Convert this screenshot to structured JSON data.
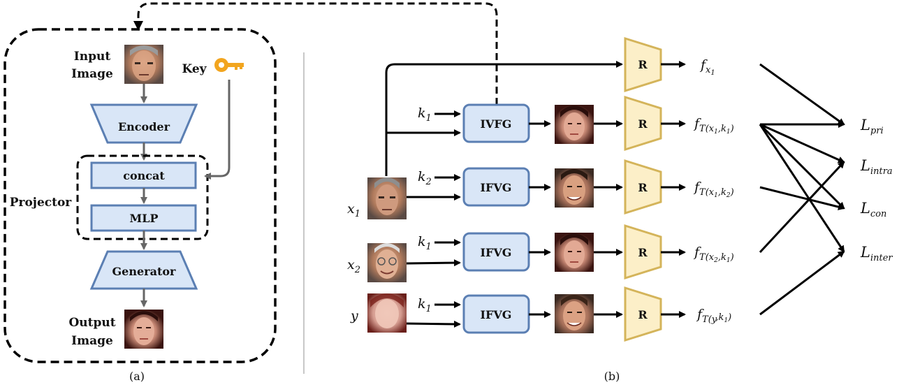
{
  "panel_a": {
    "input_image_line1": "Input",
    "input_image_line2": "Image",
    "key_label": "Key",
    "encoder_label": "Encoder",
    "concat_label": "concat",
    "mlp_label": "MLP",
    "projector_label": "Projector",
    "generator_label": "Generator",
    "output_image_line1": "Output",
    "output_image_line2": "Image",
    "caption": "(a)"
  },
  "panel_b": {
    "top_row": {
      "recognizer": "R",
      "feature_base": "f",
      "feature_sub": "x",
      "feature_subsub": "1"
    },
    "rows": [
      {
        "key_base": "k",
        "key_sub": "1",
        "generator": "IVFG",
        "recognizer": "R",
        "feature_base": "f",
        "feature_sub": "T(x",
        "feature_subsub": "1",
        "feature_sub_tail": ",k",
        "feature_subsub2": "1",
        "feature_close": ")"
      },
      {
        "key_base": "k",
        "key_sub": "2",
        "generator": "IFVG",
        "recognizer": "R",
        "feature_base": "f",
        "feature_sub": "T(x",
        "feature_subsub": "1",
        "feature_sub_tail": ",k",
        "feature_subsub2": "2",
        "feature_close": ")"
      },
      {
        "key_base": "k",
        "key_sub": "1",
        "generator": "IFVG",
        "recognizer": "R",
        "feature_base": "f",
        "feature_sub": "T(x",
        "feature_subsub": "2",
        "feature_sub_tail": ",k",
        "feature_subsub2": "1",
        "feature_close": ")"
      },
      {
        "key_base": "k",
        "key_sub": "1",
        "generator": "IFVG",
        "recognizer": "R",
        "feature_base": "f",
        "feature_sub": "T(y",
        "feature_subsub": "",
        "feature_sub_tail": ",k",
        "feature_subsub2": "1",
        "feature_close": ")"
      }
    ],
    "inputs": [
      {
        "base": "x",
        "sub": "1"
      },
      {
        "base": "x",
        "sub": "2"
      },
      {
        "base": "y",
        "sub": ""
      }
    ],
    "losses": [
      {
        "base": "L",
        "sub": "pri"
      },
      {
        "base": "L",
        "sub": "intra"
      },
      {
        "base": "L",
        "sub": "con"
      },
      {
        "base": "L",
        "sub": "inter"
      }
    ],
    "caption": "(b)"
  },
  "colors": {
    "box_fill": "#d9e6f7",
    "box_stroke": "#5b7fb3",
    "recognizer_fill": "#fcefc8",
    "recognizer_stroke": "#d4b45a",
    "key_color": "#f2a51f",
    "arrow_gray": "#666666",
    "arrow_black": "#000000"
  }
}
